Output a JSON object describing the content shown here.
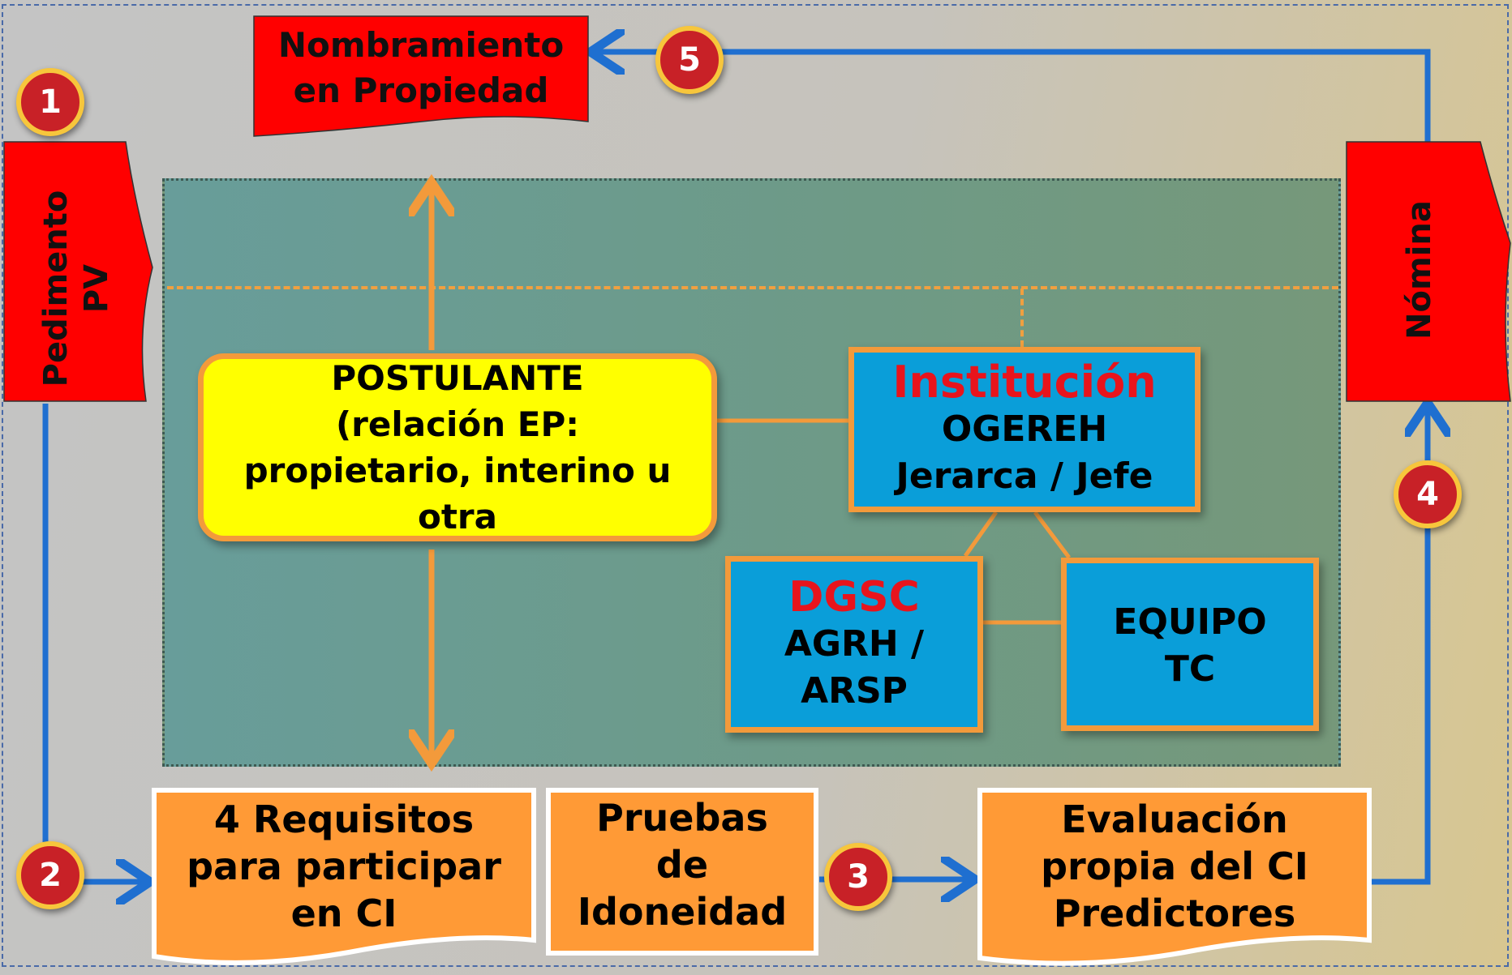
{
  "diagram": {
    "nombramiento": {
      "line1": "Nombramiento",
      "line2": "en Propiedad"
    },
    "pedimento": {
      "line1": "Pedimento",
      "line2": "PV"
    },
    "nomina": {
      "label": "Nómina"
    },
    "postulante": {
      "line1": "POSTULANTE",
      "line2": "(relación EP:",
      "line3": "propietario, interino u",
      "line4": "otra"
    },
    "institucion": {
      "title": "Institución",
      "line1": "OGEREH",
      "line2": "Jerarca / Jefe"
    },
    "dgsc": {
      "title": "DGSC",
      "line1": "AGRH /",
      "line2": "ARSP"
    },
    "equipo": {
      "line1": "EQUIPO",
      "line2": "TC"
    },
    "requisitos": {
      "line1": "4 Requisitos",
      "line2": "para participar",
      "line3": "en CI"
    },
    "pruebas": {
      "line1": "Pruebas",
      "line2": "de",
      "line3": "Idoneidad"
    },
    "evaluacion": {
      "line1": "Evaluación",
      "line2": "propia del CI",
      "line3": "Predictores"
    },
    "badges": {
      "b1": "1",
      "b2": "2",
      "b3": "3",
      "b4": "4",
      "b5": "5"
    }
  },
  "colors": {
    "red_doc": "#ff0000",
    "orange_box": "#ff9a36",
    "blue_box": "#0a9ed9",
    "yellow_box": "#ffff00",
    "accent_orange": "#f39a3b",
    "arrow_blue": "#1f6fd0",
    "badge_red": "#c82127",
    "badge_ring": "#f7c63c",
    "title_red": "#e8141c"
  }
}
